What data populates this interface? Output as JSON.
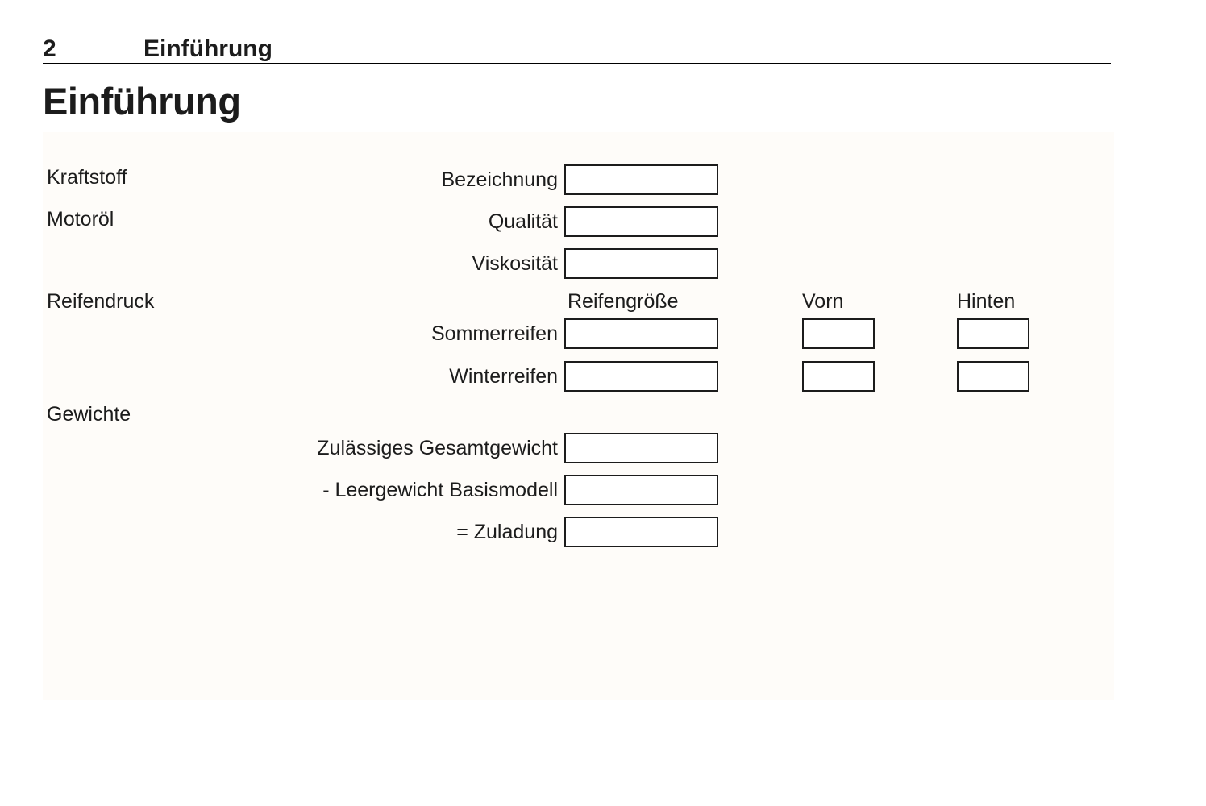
{
  "page_header": {
    "page_number": "2",
    "chapter_title": "Einführung"
  },
  "page_title": "Einführung",
  "form": {
    "sections": {
      "kraftstoff": {
        "label": "Kraftstoff",
        "fields": {
          "bezeichnung": {
            "label": "Bezeichnung",
            "value": ""
          }
        }
      },
      "motoroel": {
        "label": "Motoröl",
        "fields": {
          "qualitaet": {
            "label": "Qualität",
            "value": ""
          },
          "viskositaet": {
            "label": "Viskosität",
            "value": ""
          }
        }
      },
      "reifendruck": {
        "label": "Reifendruck",
        "columns": {
          "reifengroesse": "Reifengröße",
          "vorn": "Vorn",
          "hinten": "Hinten"
        },
        "rows": {
          "sommerreifen": {
            "label": "Sommerreifen",
            "reifengroesse": "",
            "vorn": "",
            "hinten": ""
          },
          "winterreifen": {
            "label": "Winterreifen",
            "reifengroesse": "",
            "vorn": "",
            "hinten": ""
          }
        }
      },
      "gewichte": {
        "label": "Gewichte",
        "fields": {
          "gesamtgewicht": {
            "label": "Zulässiges Gesamtgewicht",
            "value": ""
          },
          "leergewicht": {
            "label": "- Leergewicht Basismodell",
            "value": ""
          },
          "zuladung": {
            "label": "= Zuladung",
            "value": ""
          }
        }
      }
    }
  },
  "colors": {
    "text": "#1c1c1c",
    "box_border": "#1c1c1c",
    "rule": "#000000",
    "panel_background": "#fefcf9",
    "page_background": "#ffffff"
  }
}
